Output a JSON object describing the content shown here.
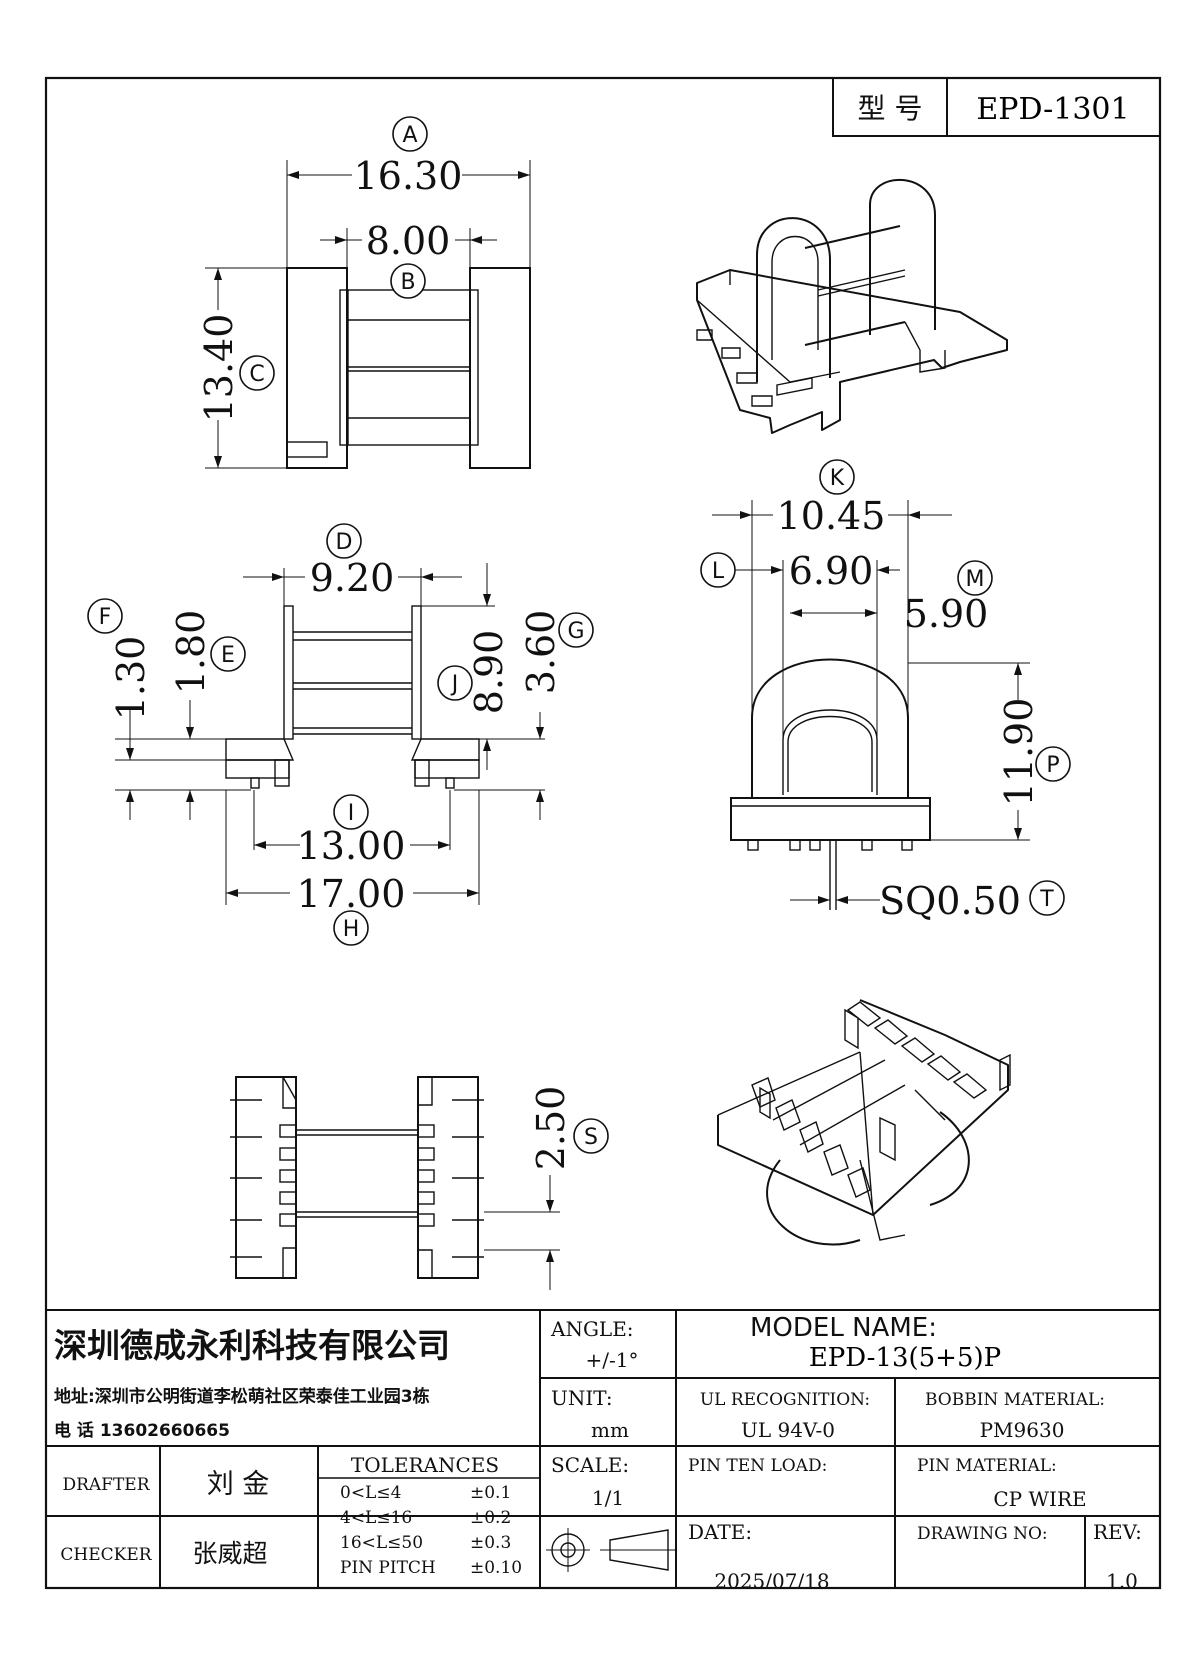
{
  "header": {
    "model_label": "型 号",
    "model_value": "EPD-1301"
  },
  "dimensions": {
    "A": {
      "letter": "A",
      "value": "16.30"
    },
    "B": {
      "letter": "B",
      "value": "8.00"
    },
    "C": {
      "letter": "C",
      "value": "13.40"
    },
    "D": {
      "letter": "D",
      "value": "9.20"
    },
    "E": {
      "letter": "E",
      "value": "1.80"
    },
    "F": {
      "letter": "F",
      "value": "1.30"
    },
    "G": {
      "letter": "G",
      "value": "3.60"
    },
    "H": {
      "letter": "H",
      "value": "17.00"
    },
    "I": {
      "letter": "I",
      "value": "13.00"
    },
    "J": {
      "letter": "J",
      "value": "8.90"
    },
    "K": {
      "letter": "K",
      "value": "10.45"
    },
    "L": {
      "letter": "L",
      "value": "6.90"
    },
    "M": {
      "letter": "M",
      "value": "5.90"
    },
    "P": {
      "letter": "P",
      "value": "11.90"
    },
    "S": {
      "letter": "S",
      "value": "2.50"
    },
    "T": {
      "letter": "T",
      "value": "SQ0.50"
    }
  },
  "title_block": {
    "company": "深圳德成永利科技有限公司",
    "address": "地址:深圳市公明街道李松萌社区荣泰佳工业园3栋",
    "phone": "电 话  13602660665",
    "angle_label": "ANGLE:",
    "angle_value": "+/-1°",
    "model_name_label": "MODEL NAME:",
    "model_name_value": "EPD-13(5+5)P",
    "unit_label": "UNIT:",
    "unit_value": "mm",
    "ul_label": "UL RECOGNITION:",
    "ul_value": "UL 94V-0",
    "bobbin_label": "BOBBIN MATERIAL:",
    "bobbin_value": "PM9630",
    "drafter_label": "DRAFTER",
    "drafter_name": "刘 金",
    "checker_label": "CHECKER",
    "checker_name": "张威超",
    "tolerances_label": "TOLERANCES",
    "tolerances": [
      {
        "range": "0<L≤4",
        "value": "±0.1"
      },
      {
        "range": "4<L≤16",
        "value": "±0.2"
      },
      {
        "range": "16<L≤50",
        "value": "±0.3"
      },
      {
        "range": "PIN PITCH",
        "value": "±0.10"
      }
    ],
    "scale_label": "SCALE:",
    "scale_value": "1/1",
    "pin_ten_load_label": "PIN TEN LOAD:",
    "pin_material_label": "PIN MATERIAL:",
    "pin_material_value": "CP WIRE",
    "date_label": "DATE:",
    "date_value": "2025/07/18",
    "drawing_no_label": "DRAWING NO:",
    "rev_label": "REV:",
    "rev_value": "1.0"
  }
}
